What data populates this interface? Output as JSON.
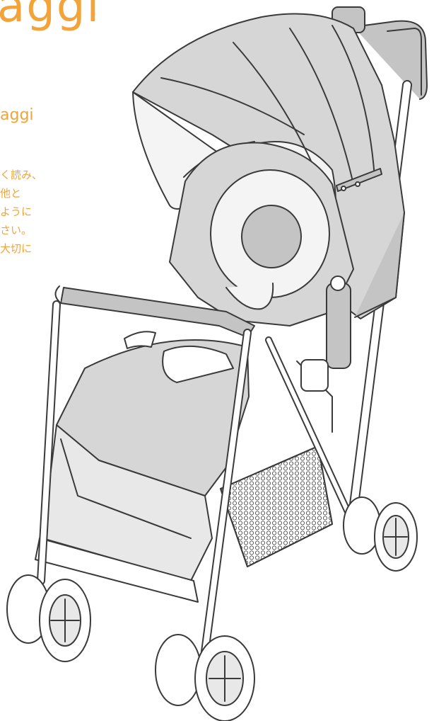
{
  "manual": {
    "title_fragment": "aggi",
    "subtitle_fragment": "aggi",
    "intro_lines": [
      "く読み、",
      "他と",
      "ように",
      "さい。",
      "大切に"
    ]
  },
  "illustration": {
    "subject": "stroller",
    "colors": {
      "accent": "#f2a43a",
      "fabric": "#d6d6d6",
      "fabric_dark": "#c4c4c4",
      "outline": "#3a3a3a",
      "frame": "#ffffff",
      "canopy_inner": "#f4f4f4"
    }
  }
}
